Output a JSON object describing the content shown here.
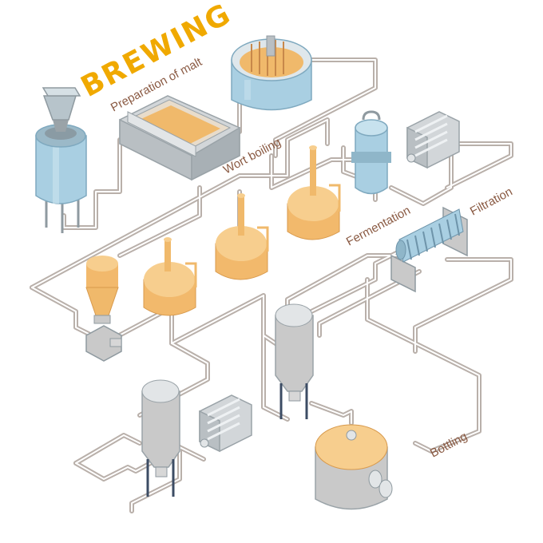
{
  "title": "BREWING",
  "steps": {
    "preparation": "Preparation of malt",
    "boiling": "Wort boiling",
    "fermentation": "Fermentation",
    "filtration": "Filtration",
    "bottling": "Bottling"
  },
  "colors": {
    "title": "#f0a900",
    "text": "#8a5a43",
    "pipe": "#b9b0aa",
    "pipe_core": "#ffffff",
    "steel_blue": "#a9cfe2",
    "copper": "#f2b96c",
    "grey_metal": "#c9c9c9",
    "shadow": "#9aa3a8"
  },
  "icons": {
    "malt_silo": "malt-silo-icon",
    "mash_tun": "mash-tun-icon",
    "lauter_tun": "lauter-tun-icon",
    "hopper": "hopper-icon",
    "fermentation_tank": "fermentation-tank-icon",
    "filter": "filter-coil-icon",
    "heat_exchanger": "heat-exchanger-icon",
    "bright_tank": "bright-tank-icon",
    "bottling_tank": "bottling-tank-icon"
  }
}
